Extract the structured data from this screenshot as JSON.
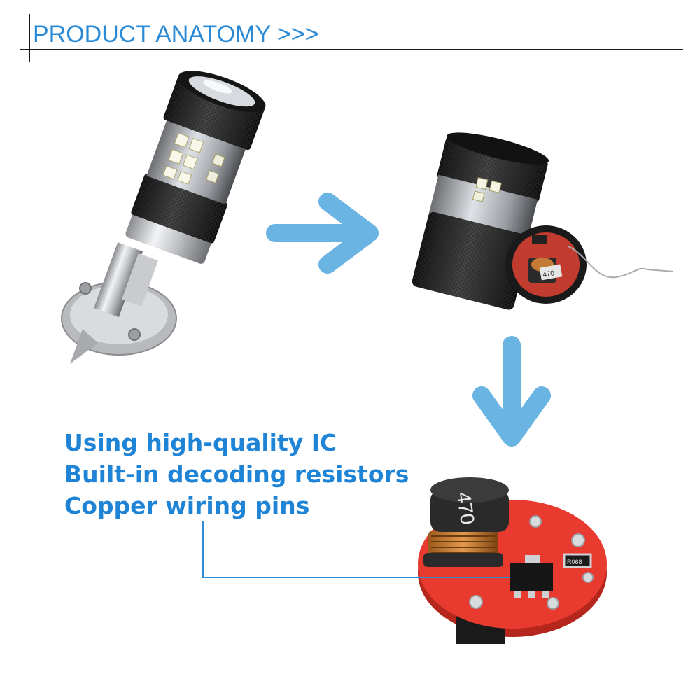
{
  "header": {
    "title": "PRODUCT ANATOMY >>>"
  },
  "features": [
    "Using high-quality IC",
    "Built-in decoding resistors",
    "Copper wiring pins"
  ],
  "inductor_marking": "470",
  "resistor_marking": "R068",
  "colors": {
    "accent_text": "#1f84d6",
    "header_text": "#2a8ad6",
    "arrow": "#6ab4e3",
    "pcb_red": "#e83a2e"
  },
  "icons": [
    "right-arrow-icon",
    "down-arrow-icon"
  ]
}
